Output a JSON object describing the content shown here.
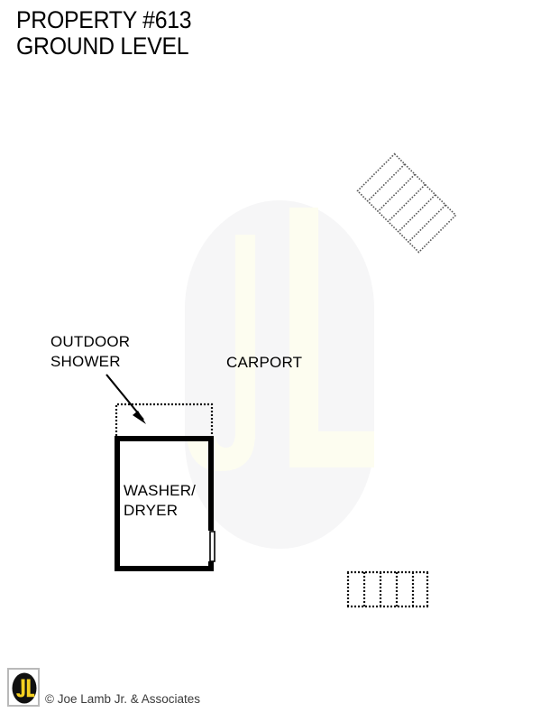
{
  "document": {
    "title_line_1": "PROPERTY #613",
    "title_line_2": "GROUND LEVEL"
  },
  "plan": {
    "labels": {
      "carport": "CARPORT",
      "washer_dryer_line_1": "WASHER/",
      "washer_dryer_line_2": "DRYER",
      "outdoor_shower_line_1": "OUTDOOR",
      "outdoor_shower_line_2": "SHOWER"
    },
    "features": {
      "stair_upper_right": "stairs",
      "stair_lower_right": "stairs",
      "washer_dryer_room": "enclosed room with solid walls",
      "outdoor_shower_enclosure": "dashed outline enclosure",
      "door_opening": "door on right wall of washer/dryer room",
      "leader_arrow": "arrow from outdoor shower label to enclosure"
    },
    "colors": {
      "wall": "#000000",
      "dashed_outline": "#111111",
      "watermark_pill": "#f6f6f7",
      "watermark_letters": "#fdfdf0",
      "background": "#ffffff",
      "text": "#000000"
    }
  },
  "footer": {
    "copyright": "© Joe Lamb Jr. & Associates",
    "logo_text": "JL",
    "logo_letter_color": "#f5d020",
    "logo_background_color": "#111111"
  }
}
